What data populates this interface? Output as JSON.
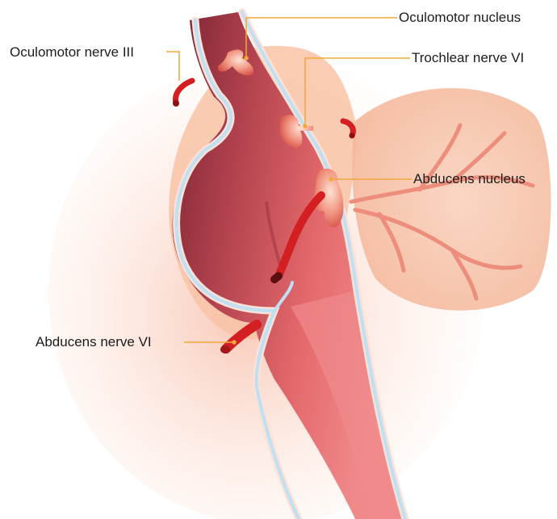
{
  "labels": {
    "oculomotor_nerve": "Oculomotor nerve III",
    "oculomotor_nucleus": "Oculomotor nucleus",
    "trochlear_nerve": "Trochlear nerve VI",
    "abducens_nucleus": "Abducens nucleus",
    "abducens_nerve": "Abducens nerve VI"
  },
  "colors": {
    "leader_line": "#f2a83a",
    "brainstem_dark": "#8b2c3a",
    "brainstem_light": "#ec7a7c",
    "membrane_blue": "#bfe0f2",
    "peach": "#f9c9ad",
    "cerebellum": "#f7c8b2",
    "nerve_red": "#d41f22"
  }
}
